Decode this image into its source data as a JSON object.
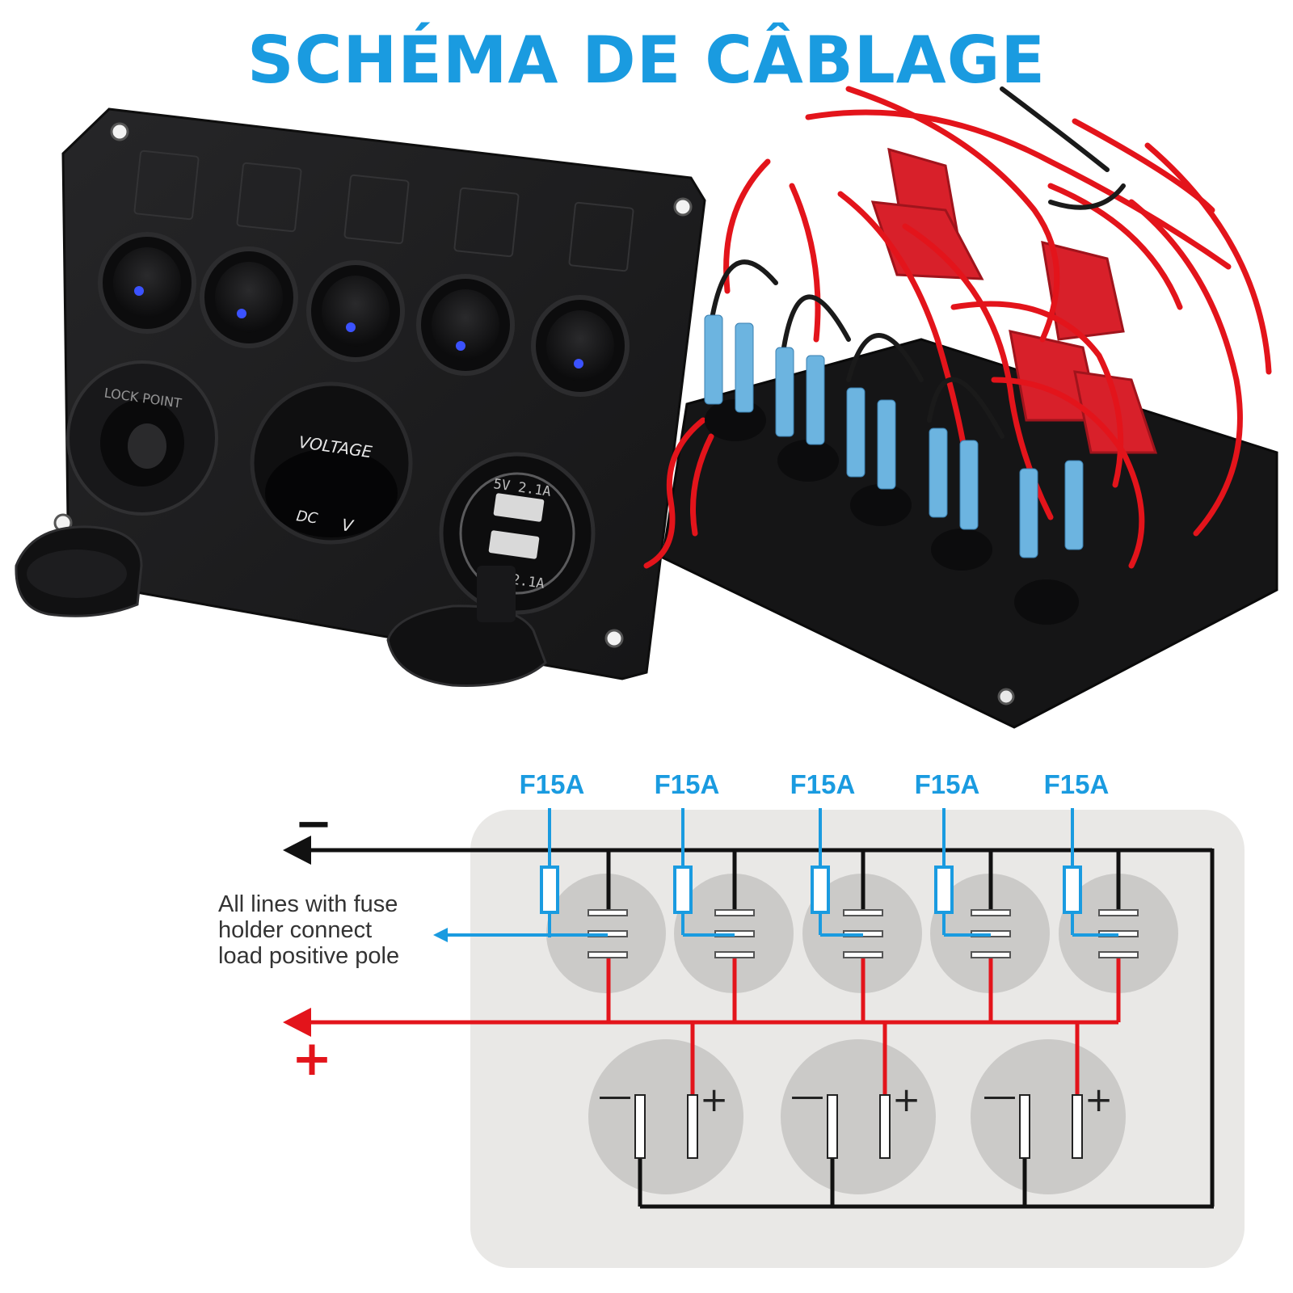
{
  "title": "SCHÉMA DE CÂBLAGE",
  "panel": {
    "lighter_label": "LOCK POINT",
    "voltmeter": {
      "label": "VOLTAGE",
      "dc": "DC",
      "unit": "V"
    },
    "usb": {
      "top_rating": "5V 2.1A",
      "bottom_rating": "5V 2.1A"
    }
  },
  "diagram": {
    "fuse_labels": [
      "F15A",
      "F15A",
      "F15A",
      "F15A",
      "F15A"
    ],
    "negative_sign": "−",
    "positive_sign": "+",
    "note_lines": [
      "All lines with fuse",
      "holder connect",
      "load positive pole"
    ],
    "socket_signs": {
      "minus": "—",
      "plus": "+"
    }
  },
  "colors": {
    "title": "#1a9be0",
    "fuse_line": "#1a9be0",
    "positive_line": "#e3141b",
    "negative_line": "#111111",
    "panel": "#1c1c1e",
    "diagram_bg": "#e9e8e6",
    "socket_bg": "#cbcac8",
    "led": "#3b52ff"
  }
}
